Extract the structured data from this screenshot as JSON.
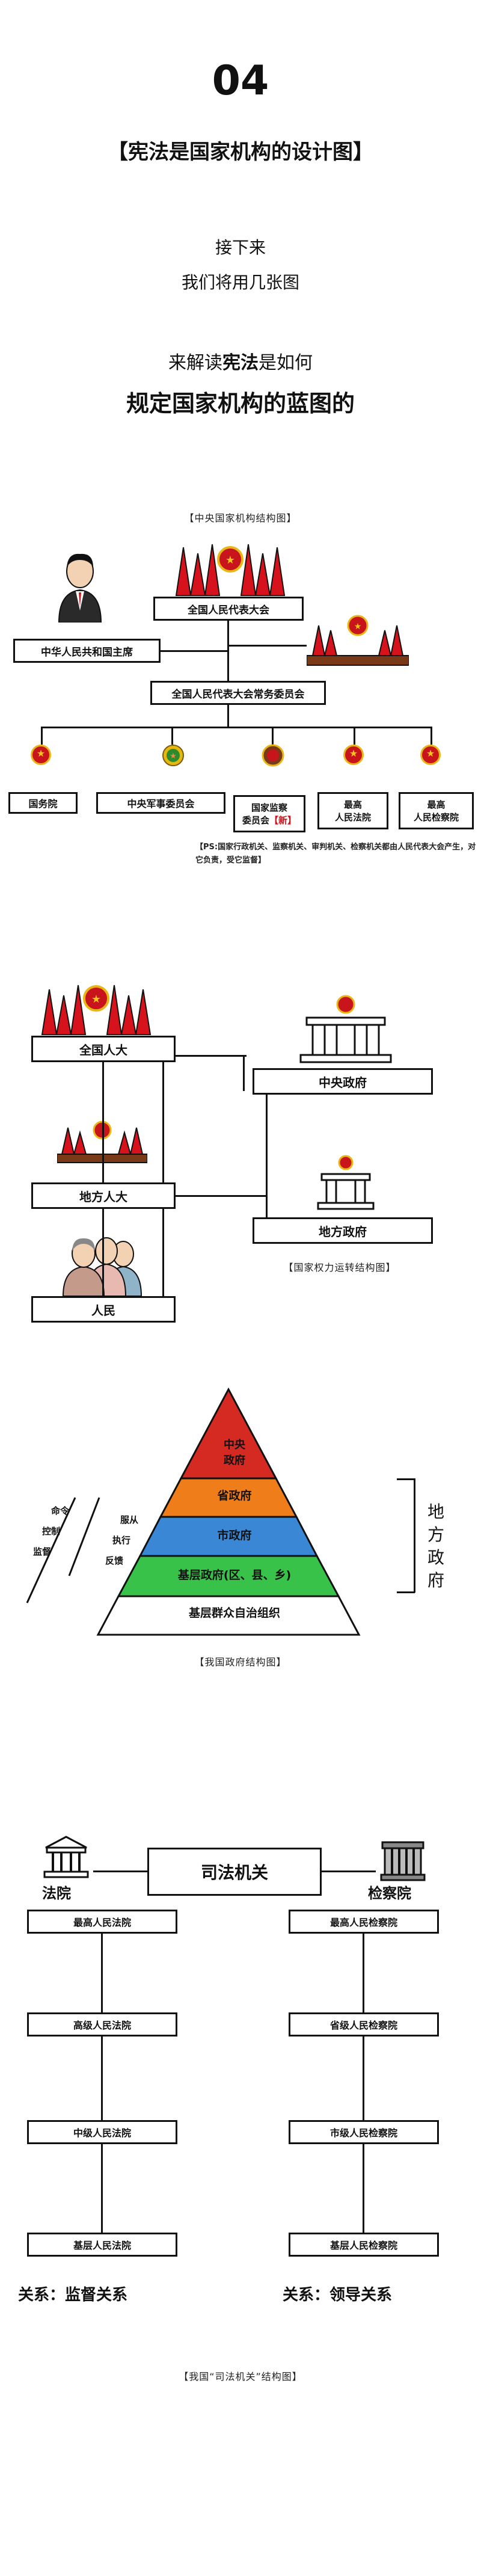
{
  "header": {
    "number": "04",
    "title": "【宪法是国家机构的设计图】",
    "line1": "接下来",
    "line2": "我们将用几张图",
    "line3_pre": "来解读",
    "line3_bold": "宪法",
    "line3_post": "是如何",
    "line4": "规定国家机构的蓝图的"
  },
  "central": {
    "caption": "【中央国家机构结构图】",
    "npc": "全国人民代表大会",
    "president": "中华人民共和国主席",
    "standing": "全国人民代表大会常务委员会",
    "state_council": "国务院",
    "military": "中央军事委员会",
    "supervision_1": "国家监察",
    "supervision_2": "委员会",
    "supervision_new": "【新】",
    "court_1": "最高",
    "court_2": "人民法院",
    "procur_1": "最高",
    "procur_2": "人民检察院",
    "note": "【PS:国家行政机关、监察机关、审判机关、检察机关都由人民代表大会产生，对它负责，受它监督】"
  },
  "power": {
    "national_npc": "全国人大",
    "local_npc": "地方人大",
    "people": "人民",
    "central_gov": "中央政府",
    "local_gov": "地方政府",
    "caption": "【国家权力运转结构图】"
  },
  "pyramid": {
    "levels": [
      "中央政府",
      "省政府",
      "市政府",
      "基层政府(区、县、乡)",
      "基层群众自治组织"
    ],
    "top_1": "中央",
    "top_2": "政府",
    "left_labels": [
      "命令",
      "控制",
      "监督"
    ],
    "right_labels": [
      "服从",
      "执行",
      "反馈"
    ],
    "side_label": [
      "地",
      "方",
      "政",
      "府"
    ],
    "caption": "【我国政府结构图】",
    "colors": [
      "#d42a22",
      "#ef7d1a",
      "#3a87d6",
      "#39c24a",
      "#ffffff"
    ]
  },
  "judicial": {
    "title": "司法机关",
    "court": "法院",
    "procuratorate": "检察院",
    "courts": [
      "最高人民法院",
      "高级人民法院",
      "中级人民法院",
      "基层人民法院"
    ],
    "procuratorates": [
      "最高人民检察院",
      "省级人民检察院",
      "市级人民检察院",
      "基层人民检察院"
    ],
    "rel_left": "关系：监督关系",
    "rel_right": "关系：领导关系",
    "caption": "【我国“司法机关”结构图】"
  }
}
